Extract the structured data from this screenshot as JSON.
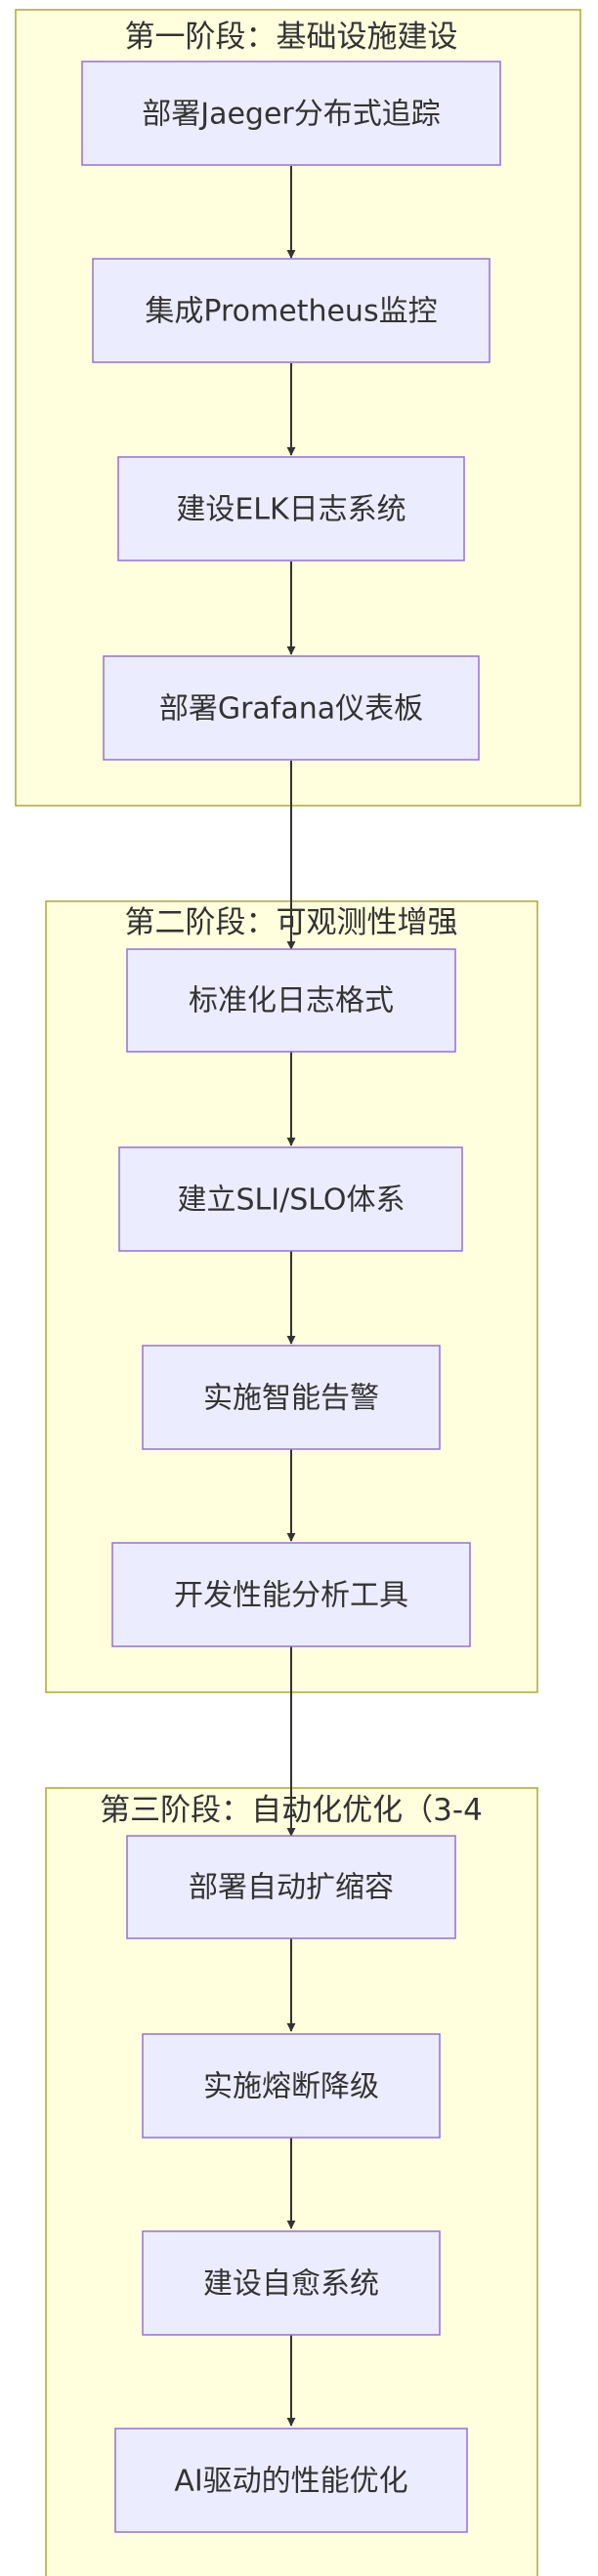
{
  "diagram": {
    "phases": [
      {
        "title": "第一阶段：基础设施建设",
        "steps": [
          "部署Jaeger分布式追踪",
          "集成Prometheus监控",
          "建设ELK日志系统",
          "部署Grafana仪表板"
        ]
      },
      {
        "title": "第二阶段：可观测性增强",
        "steps": [
          "标准化日志格式",
          "建立SLI/SLO体系",
          "实施智能告警",
          "开发性能分析工具"
        ]
      },
      {
        "title": "第三阶段：自动化优化（3-4",
        "steps": [
          "部署自动扩缩容",
          "实施熔断降级",
          "建设自愈系统",
          "AI驱动的性能优化"
        ]
      }
    ],
    "colors": {
      "cluster_fill": "#ffffde",
      "cluster_stroke": "#aaaa33",
      "node_fill": "#ececff",
      "node_stroke": "#9370db",
      "text": "#333333",
      "edge": "#333333"
    }
  }
}
